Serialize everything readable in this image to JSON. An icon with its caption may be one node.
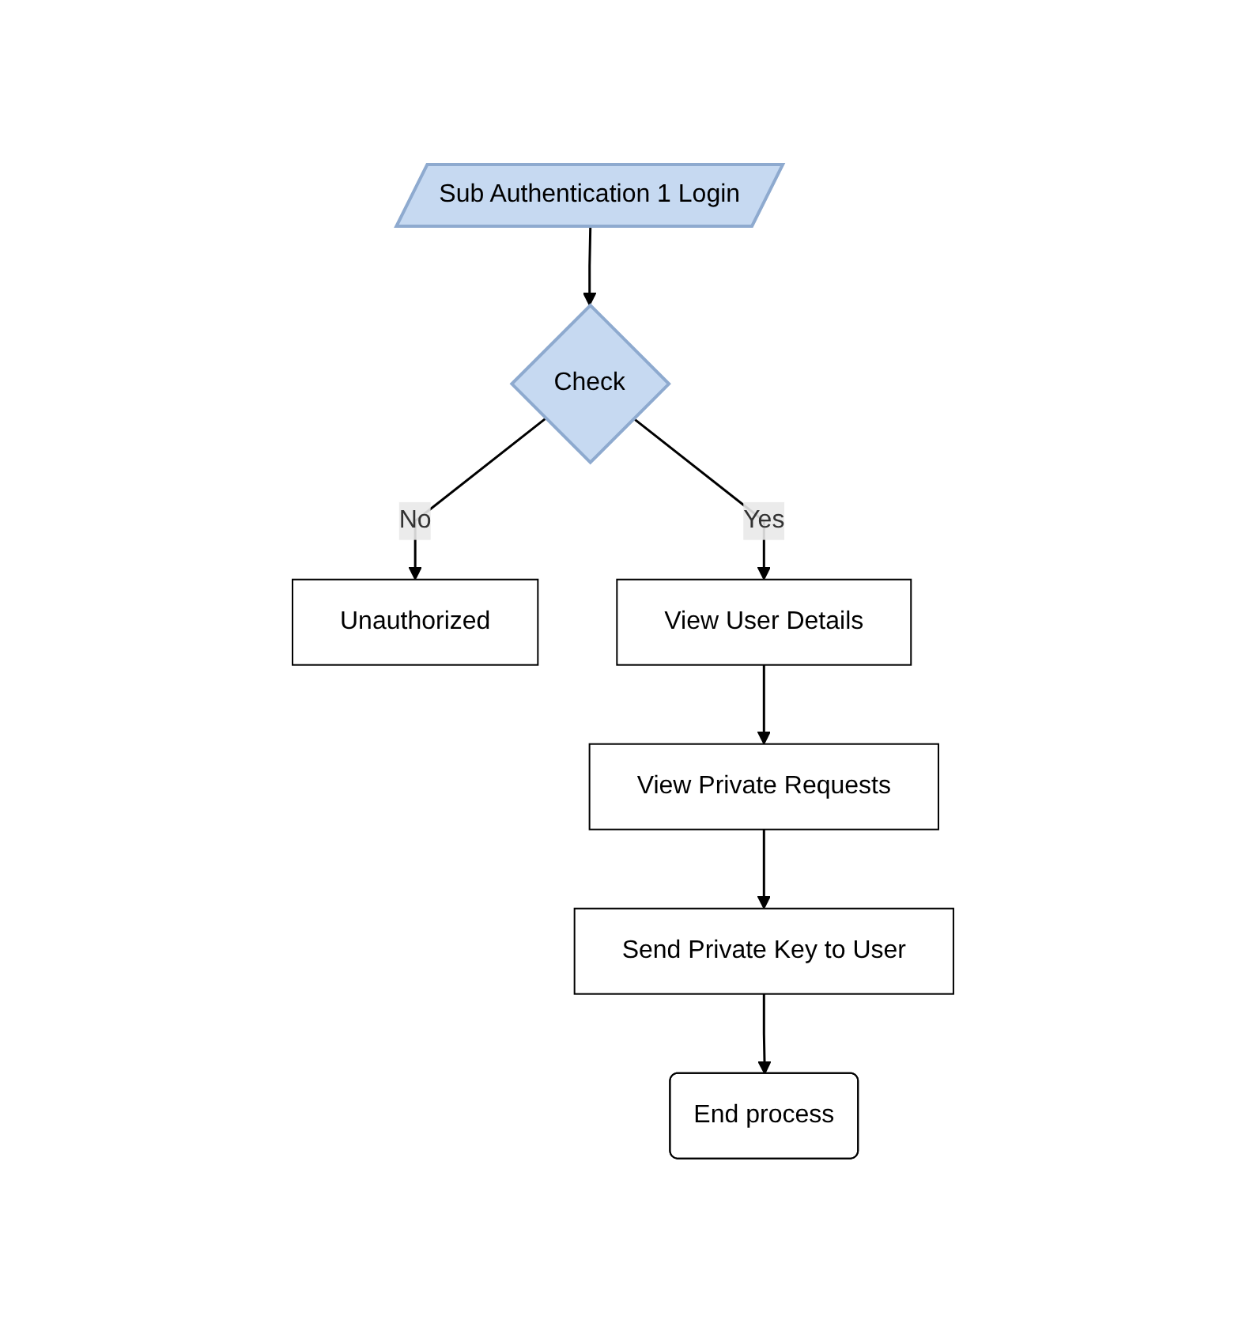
{
  "diagram": {
    "nodes": [
      {
        "text": [
          "Sub Authentication 1 Login"
        ]
      },
      {
        "text": [
          "Check"
        ]
      },
      {
        "text": [
          "Unauthorized"
        ]
      },
      {
        "text": [
          "View User Details"
        ]
      },
      {
        "text": [
          "View Private Requests"
        ]
      },
      {
        "text": [
          "Send Private Key to User"
        ]
      },
      {
        "text": [
          "End process"
        ]
      }
    ],
    "edges": [
      {
        "from": 0,
        "to": 1,
        "arrow": "to"
      },
      {
        "from": 1,
        "to": 3,
        "arrow": "to",
        "label": "Yes"
      },
      {
        "from": 1,
        "to": 2,
        "arrow": "to",
        "label": "No"
      },
      {
        "from": 3,
        "to": 4,
        "arrow": "to"
      },
      {
        "from": 4,
        "to": 5,
        "arrow": "to"
      },
      {
        "from": 5,
        "to": 6,
        "arrow": "to"
      }
    ]
  }
}
